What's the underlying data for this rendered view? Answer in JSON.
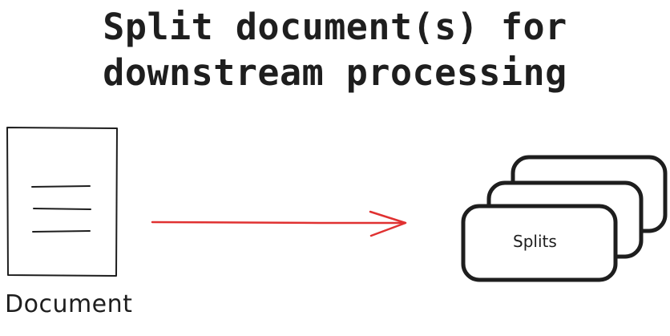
{
  "title": {
    "line1": "Split document(s) for",
    "line2": "downstream processing"
  },
  "document": {
    "label": "Document"
  },
  "splits": {
    "label": "Splits"
  },
  "colors": {
    "stroke": "#1e1e1e",
    "arrow": "#e03131",
    "background": "#ffffff"
  }
}
